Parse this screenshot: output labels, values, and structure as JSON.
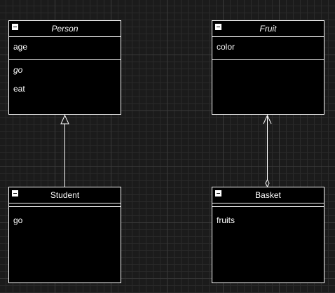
{
  "classes": {
    "person": {
      "name": "Person",
      "attributes": [
        "age"
      ],
      "methods": [
        "go",
        "eat"
      ]
    },
    "fruit": {
      "name": "Fruit",
      "attributes": [
        "color"
      ],
      "methods": []
    },
    "student": {
      "name": "Student",
      "attributes": [],
      "methods": [
        "go"
      ]
    },
    "basket": {
      "name": "Basket",
      "attributes": [],
      "methods": [
        "fruits"
      ]
    }
  },
  "relations": [
    {
      "from": "Student",
      "to": "Person",
      "type": "generalization"
    },
    {
      "from": "Basket",
      "to": "Fruit",
      "type": "aggregation"
    }
  ],
  "colors": {
    "background": "#1b1b1b",
    "grid": "#3a3a3a",
    "stroke": "#ffffff",
    "fill": "#000000"
  },
  "icons": {
    "collapse": "collapse-minus-icon"
  }
}
